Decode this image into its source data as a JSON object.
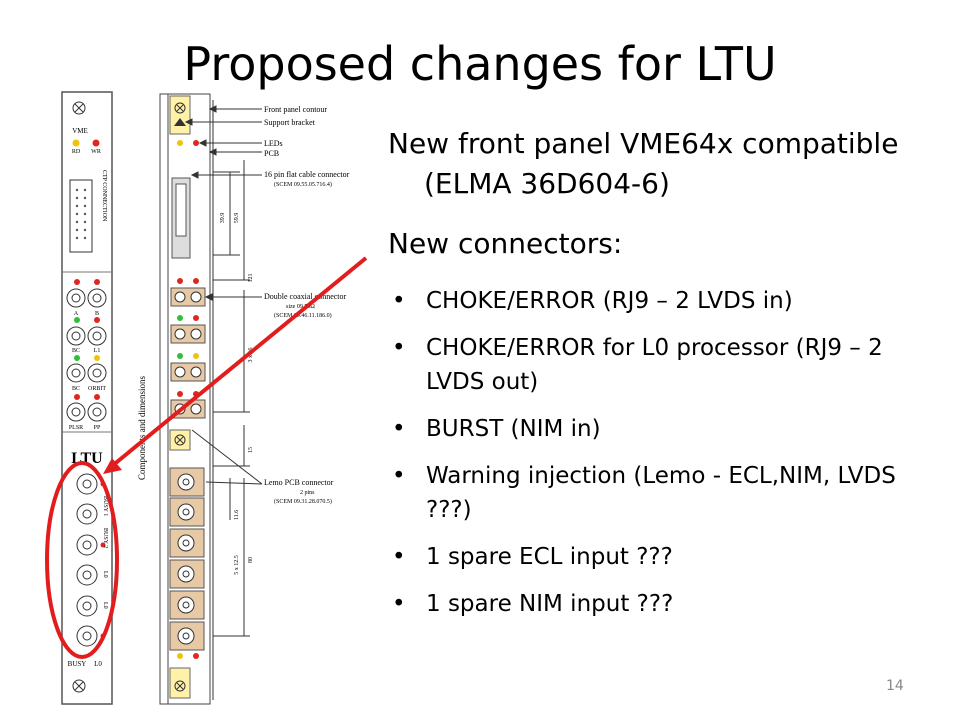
{
  "title": "Proposed changes for LTU",
  "panel": {
    "vme": "VME",
    "rd": "RD",
    "wr": "WR",
    "ctp_connection": "CTP CONNECTION",
    "labels": [
      [
        "A",
        "B"
      ],
      [
        "BC",
        "L1"
      ],
      [
        "BC",
        "ORBIT"
      ],
      [
        "PLSR",
        "PP"
      ]
    ],
    "ltu": "LTU",
    "lemo_labels": [
      "BUSY 1",
      "BUSY 2",
      "L0",
      "L0"
    ],
    "busy": "BUSY",
    "l0": "L0"
  },
  "drawing": {
    "vertical_title": "Components and dimensions",
    "callouts": [
      "Front panel contour",
      "Support bracket",
      "LEDs",
      "PCB",
      "16 pin flat cable connector",
      "(SCEM 09.55.05.716.4)",
      "Double coaxial connector",
      "size 09.50Ω",
      "(SCEM 09.46.11.186.0)",
      "Lemo PCB connector",
      "2 pins",
      "(SCEM 09.31.28.070.5)"
    ],
    "dims": [
      "39.9",
      "59.9",
      "121",
      "3 x 16",
      "15",
      "11.6",
      "5 x 12.5",
      "80"
    ]
  },
  "body": {
    "para1": "New front panel VME64x compatible (ELMA 36D604-6)",
    "para2": "New connectors:",
    "bullets": [
      "CHOKE/ERROR (RJ9 – 2 LVDS in)",
      "CHOKE/ERROR for L0 processor (RJ9 – 2 LVDS out)",
      "BURST (NIM in)",
      "Warning injection (Lemo - ECL,NIM, LVDS ???)",
      "1 spare ECL input ???",
      "1 spare NIM input ???"
    ]
  },
  "page_number": "14",
  "colors": {
    "annotation": "#e21d1d",
    "led_red": "#e0261f",
    "led_yellow": "#f0c20a",
    "led_green": "#2fbf3a",
    "connector": "#e7c9a6"
  }
}
